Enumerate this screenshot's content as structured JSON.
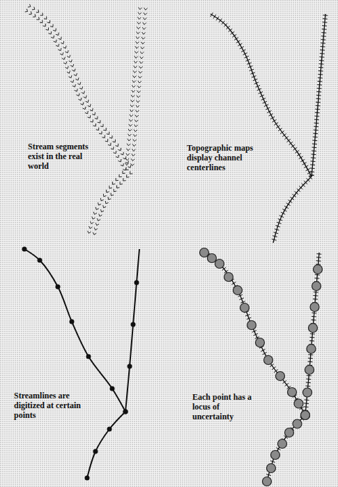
{
  "diagram": {
    "labels": [
      "Stream segments exist in the real world",
      "Topographic maps display channel centerlines",
      "Streamlines are digitized at certain points",
      "Each point has a locus of uncertainty"
    ]
  }
}
